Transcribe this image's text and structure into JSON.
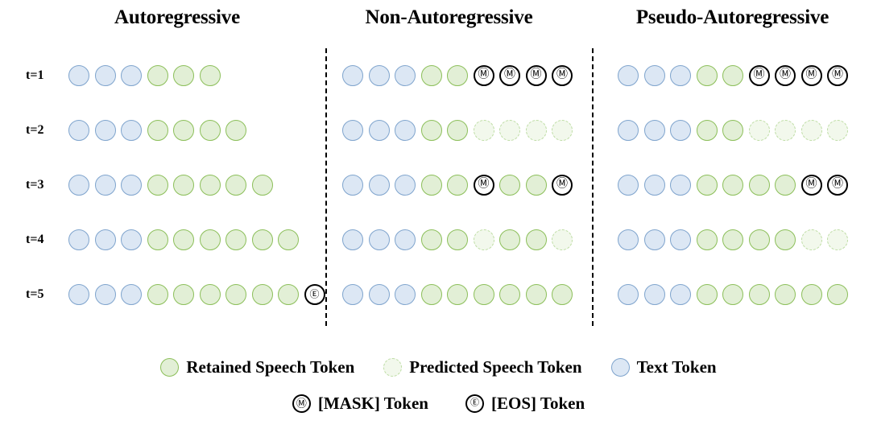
{
  "columns": [
    {
      "id": "ar",
      "title": "Autoregressive"
    },
    {
      "id": "nar",
      "title": "Non-Autoregressive"
    },
    {
      "id": "par",
      "title": "Pseudo-Autoregressive"
    }
  ],
  "row_labels": [
    "t=1",
    "t=2",
    "t=3",
    "t=4",
    "t=5"
  ],
  "token_glyphs": {
    "mask": "Ⓜ",
    "eos": "Ⓔ"
  },
  "colors": {
    "text_token_fill": "#dce7f4",
    "text_token_border": "#7fa4cd",
    "retained_speech_fill": "#e2efd6",
    "retained_speech_border": "#8cbf5a",
    "predicted_speech_fill": "#f2f8ec",
    "predicted_speech_border": "#bcdca2",
    "mask_border": "#000000",
    "eos_border": "#000000",
    "divider": "#000000",
    "background": "#ffffff"
  },
  "sequences": {
    "ar": [
      [
        "text",
        "text",
        "text",
        "speech",
        "speech",
        "speech"
      ],
      [
        "text",
        "text",
        "text",
        "speech",
        "speech",
        "speech",
        "speech"
      ],
      [
        "text",
        "text",
        "text",
        "speech",
        "speech",
        "speech",
        "speech",
        "speech"
      ],
      [
        "text",
        "text",
        "text",
        "speech",
        "speech",
        "speech",
        "speech",
        "speech",
        "speech"
      ],
      [
        "text",
        "text",
        "text",
        "speech",
        "speech",
        "speech",
        "speech",
        "speech",
        "speech",
        "eos"
      ]
    ],
    "nar": [
      [
        "text",
        "text",
        "text",
        "speech",
        "speech",
        "mask",
        "mask",
        "mask",
        "mask"
      ],
      [
        "text",
        "text",
        "text",
        "speech",
        "speech",
        "pred",
        "pred",
        "pred",
        "pred"
      ],
      [
        "text",
        "text",
        "text",
        "speech",
        "speech",
        "mask",
        "speech",
        "speech",
        "mask"
      ],
      [
        "text",
        "text",
        "text",
        "speech",
        "speech",
        "pred",
        "speech",
        "speech",
        "pred"
      ],
      [
        "text",
        "text",
        "text",
        "speech",
        "speech",
        "speech",
        "speech",
        "speech",
        "speech"
      ]
    ],
    "par": [
      [
        "text",
        "text",
        "text",
        "speech",
        "speech",
        "mask",
        "mask",
        "mask",
        "mask"
      ],
      [
        "text",
        "text",
        "text",
        "speech",
        "speech",
        "pred",
        "pred",
        "pred",
        "pred"
      ],
      [
        "text",
        "text",
        "text",
        "speech",
        "speech",
        "speech",
        "speech",
        "mask",
        "mask"
      ],
      [
        "text",
        "text",
        "text",
        "speech",
        "speech",
        "speech",
        "speech",
        "pred",
        "pred"
      ],
      [
        "text",
        "text",
        "text",
        "speech",
        "speech",
        "speech",
        "speech",
        "speech",
        "speech"
      ]
    ]
  },
  "legend": {
    "row1": [
      {
        "type": "speech",
        "label": "Retained Speech Token"
      },
      {
        "type": "pred",
        "label": "Predicted Speech Token"
      },
      {
        "type": "text",
        "label": "Text Token"
      }
    ],
    "row2": [
      {
        "type": "mask",
        "label": "[MASK] Token"
      },
      {
        "type": "eos",
        "label": "[EOS] Token"
      }
    ]
  }
}
